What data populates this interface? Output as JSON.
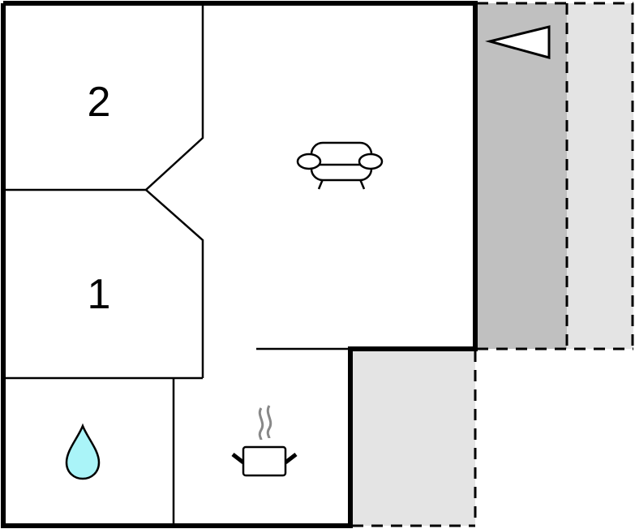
{
  "floorplan": {
    "rooms": [
      {
        "id": "bedroom-2",
        "label": "2"
      },
      {
        "id": "bedroom-1",
        "label": "1"
      },
      {
        "id": "bathroom",
        "icon": "water-drop-icon"
      },
      {
        "id": "kitchen",
        "icon": "cooking-pot-icon"
      },
      {
        "id": "living-room",
        "icon": "sofa-icon"
      }
    ],
    "outdoor": [
      {
        "id": "covered-terrace",
        "fill": "#c0c0c0"
      },
      {
        "id": "terrace-east",
        "fill": "#e4e4e4"
      },
      {
        "id": "terrace-south",
        "fill": "#e4e4e4"
      }
    ],
    "compass": {
      "icon": "north-arrow-icon",
      "direction": "west"
    },
    "colors": {
      "wall": "#000000",
      "water": "#aaf4f8",
      "steam": "#888888",
      "dark_terrace": "#c0c0c0",
      "light_terrace": "#e4e4e4"
    }
  }
}
